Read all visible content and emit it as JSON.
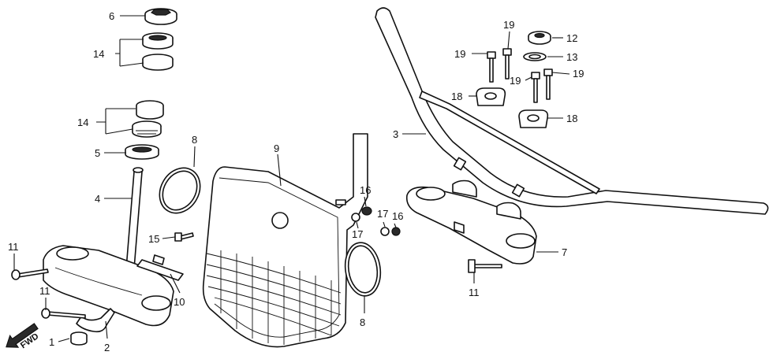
{
  "callouts": {
    "c1": "1",
    "c2": "2",
    "c3": "3",
    "c4": "4",
    "c5": "5",
    "c6": "6",
    "c7": "7",
    "c8a": "8",
    "c8b": "8",
    "c9": "9",
    "c10": "10",
    "c11a": "11",
    "c11b": "11",
    "c11c": "11",
    "c12": "12",
    "c13": "13",
    "c14a": "14",
    "c14b": "14",
    "c15": "15",
    "c16a": "16",
    "c16b": "16",
    "c17a": "17",
    "c17b": "17",
    "c18a": "18",
    "c18b": "18",
    "c19a": "19",
    "c19b": "19",
    "c19c": "19",
    "c19d": "19"
  },
  "fwd_label": "FWD"
}
